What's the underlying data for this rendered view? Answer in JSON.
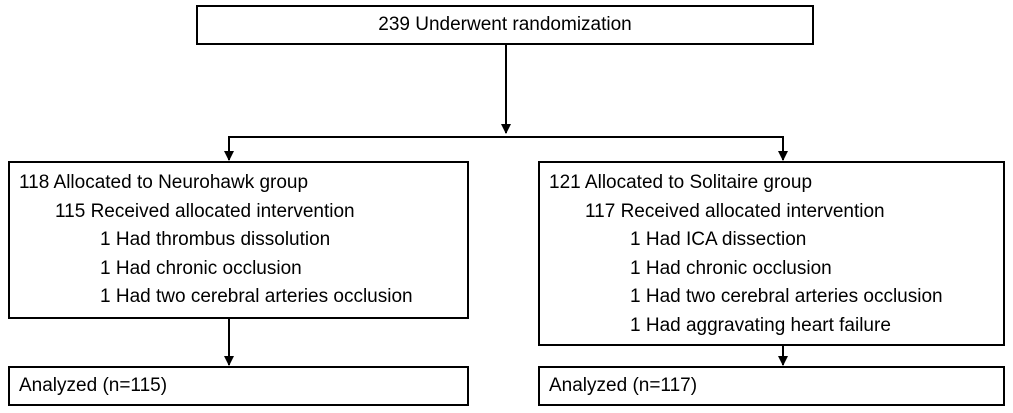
{
  "flowchart": {
    "randomization": {
      "text": "239 Underwent randomization"
    },
    "neurohawk": {
      "allocated": "118 Allocated to Neurohawk group",
      "received": "115 Received allocated intervention",
      "exclusions": [
        "1 Had thrombus dissolution",
        "1 Had chronic occlusion",
        "1 Had two cerebral arteries occlusion"
      ],
      "analyzed": "Analyzed (n=115)"
    },
    "solitaire": {
      "allocated": "121 Allocated to Solitaire group",
      "received": "117 Received allocated intervention",
      "exclusions": [
        "1 Had ICA dissection",
        "1 Had chronic occlusion",
        "1 Had two cerebral arteries occlusion",
        "1 Had aggravating heart failure"
      ],
      "analyzed": "Analyzed (n=117)"
    },
    "colors": {
      "line": "#000000",
      "background": "#ffffff"
    }
  }
}
